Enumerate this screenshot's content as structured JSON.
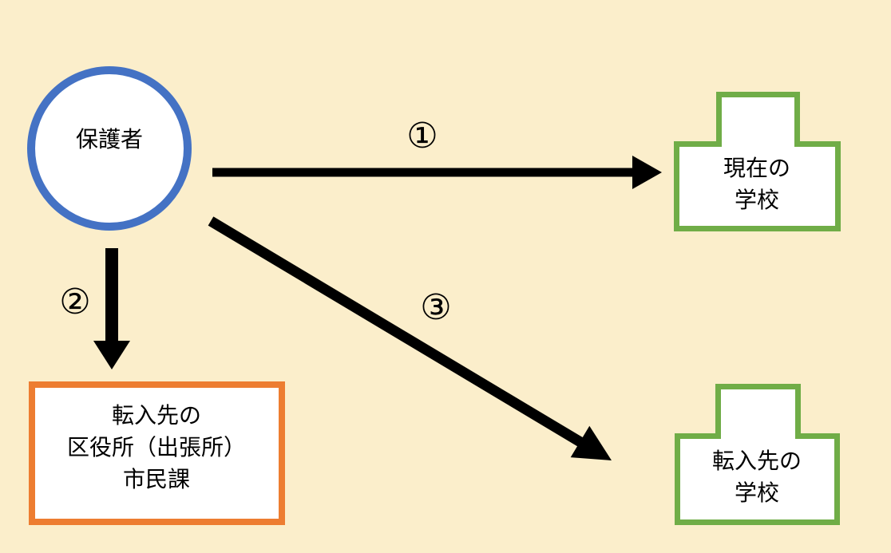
{
  "colors": {
    "background": "#FBEECB",
    "blue": "#4472C4",
    "green": "#70AD47",
    "orange": "#ED7D31",
    "ink": "#000000"
  },
  "nodes": {
    "guardian": {
      "label": "保護者"
    },
    "current_school": {
      "lines": [
        "現在の",
        "学校"
      ]
    },
    "transfer_office": {
      "lines": [
        "転入先の",
        "区役所（出張所）",
        "市民課"
      ]
    },
    "transfer_school": {
      "lines": [
        "転入先の",
        "学校"
      ]
    }
  },
  "arrows": [
    {
      "label": "①"
    },
    {
      "label": "②"
    },
    {
      "label": "③"
    }
  ]
}
